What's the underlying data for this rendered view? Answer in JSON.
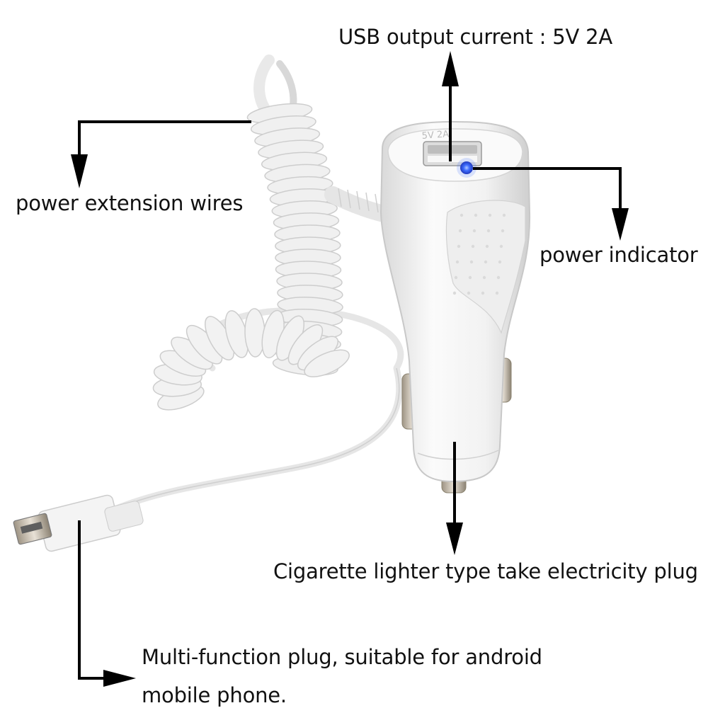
{
  "labels": {
    "usb_output": "USB output current : 5V 2A",
    "extension_wires": "power extension wires",
    "power_indicator": "power indicator",
    "cigarette_plug": "Cigarette lighter type take electricity plug",
    "multi_plug_line1": "Multi-function plug, suitable for android",
    "multi_plug_line2": "mobile phone."
  },
  "port_marking": "5V 2A",
  "colors": {
    "arrow": "#000000",
    "charger_body": "#f3f3f3",
    "indicator_led": "#2f5cff"
  }
}
